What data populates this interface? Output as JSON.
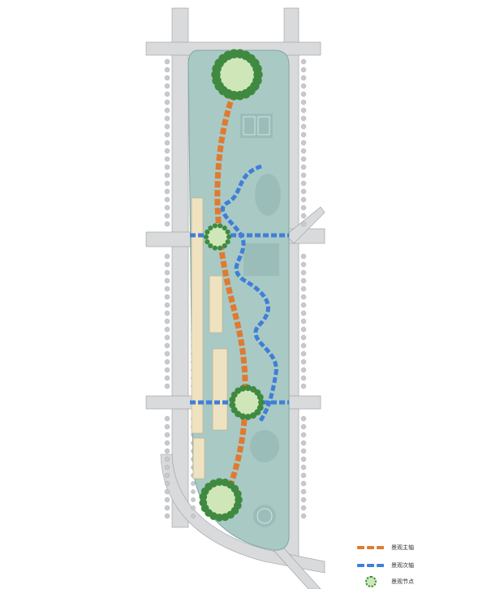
{
  "legend": {
    "main_axis": {
      "label": "景观主轴",
      "color": "#e07a30"
    },
    "secondary_axis": {
      "label": "景观次轴",
      "color": "#3f7fd8"
    },
    "node": {
      "label": "景观节点",
      "color": "#2f8a3a"
    }
  },
  "colors": {
    "road": "#d9dadb",
    "road_edge": "#9a9c9e",
    "park": "#a9c9c5",
    "park_edge": "#7fa7a3",
    "building": "#efe2c0",
    "tree": "#3f8a40"
  }
}
